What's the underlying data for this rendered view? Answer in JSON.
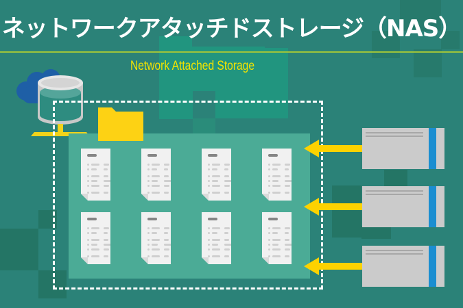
{
  "title": "ネットワークアタッチドストレージ（NAS）",
  "subtitle": "Network Attached Storage",
  "colors": {
    "background": "#2b8278",
    "panel": "#4bab96",
    "title_text": "#ffffff",
    "subtitle_text": "#f2e400",
    "rule": "#9fc43a",
    "folder": "#fdd214",
    "arrow": "#fdd200",
    "server_body": "#cbcbcb",
    "server_accent": "#1b8ed1",
    "cloud": "#1e5fa6"
  },
  "icons": {
    "cloud": "cloud-icon",
    "storage": "database-cylinder-icon",
    "folder": "folder-icon",
    "document": "document-icon",
    "client": "server-client-icon",
    "arrow": "arrow-left-icon"
  },
  "documents": {
    "rows": 2,
    "columns": 4
  },
  "clients": {
    "count": 3
  }
}
